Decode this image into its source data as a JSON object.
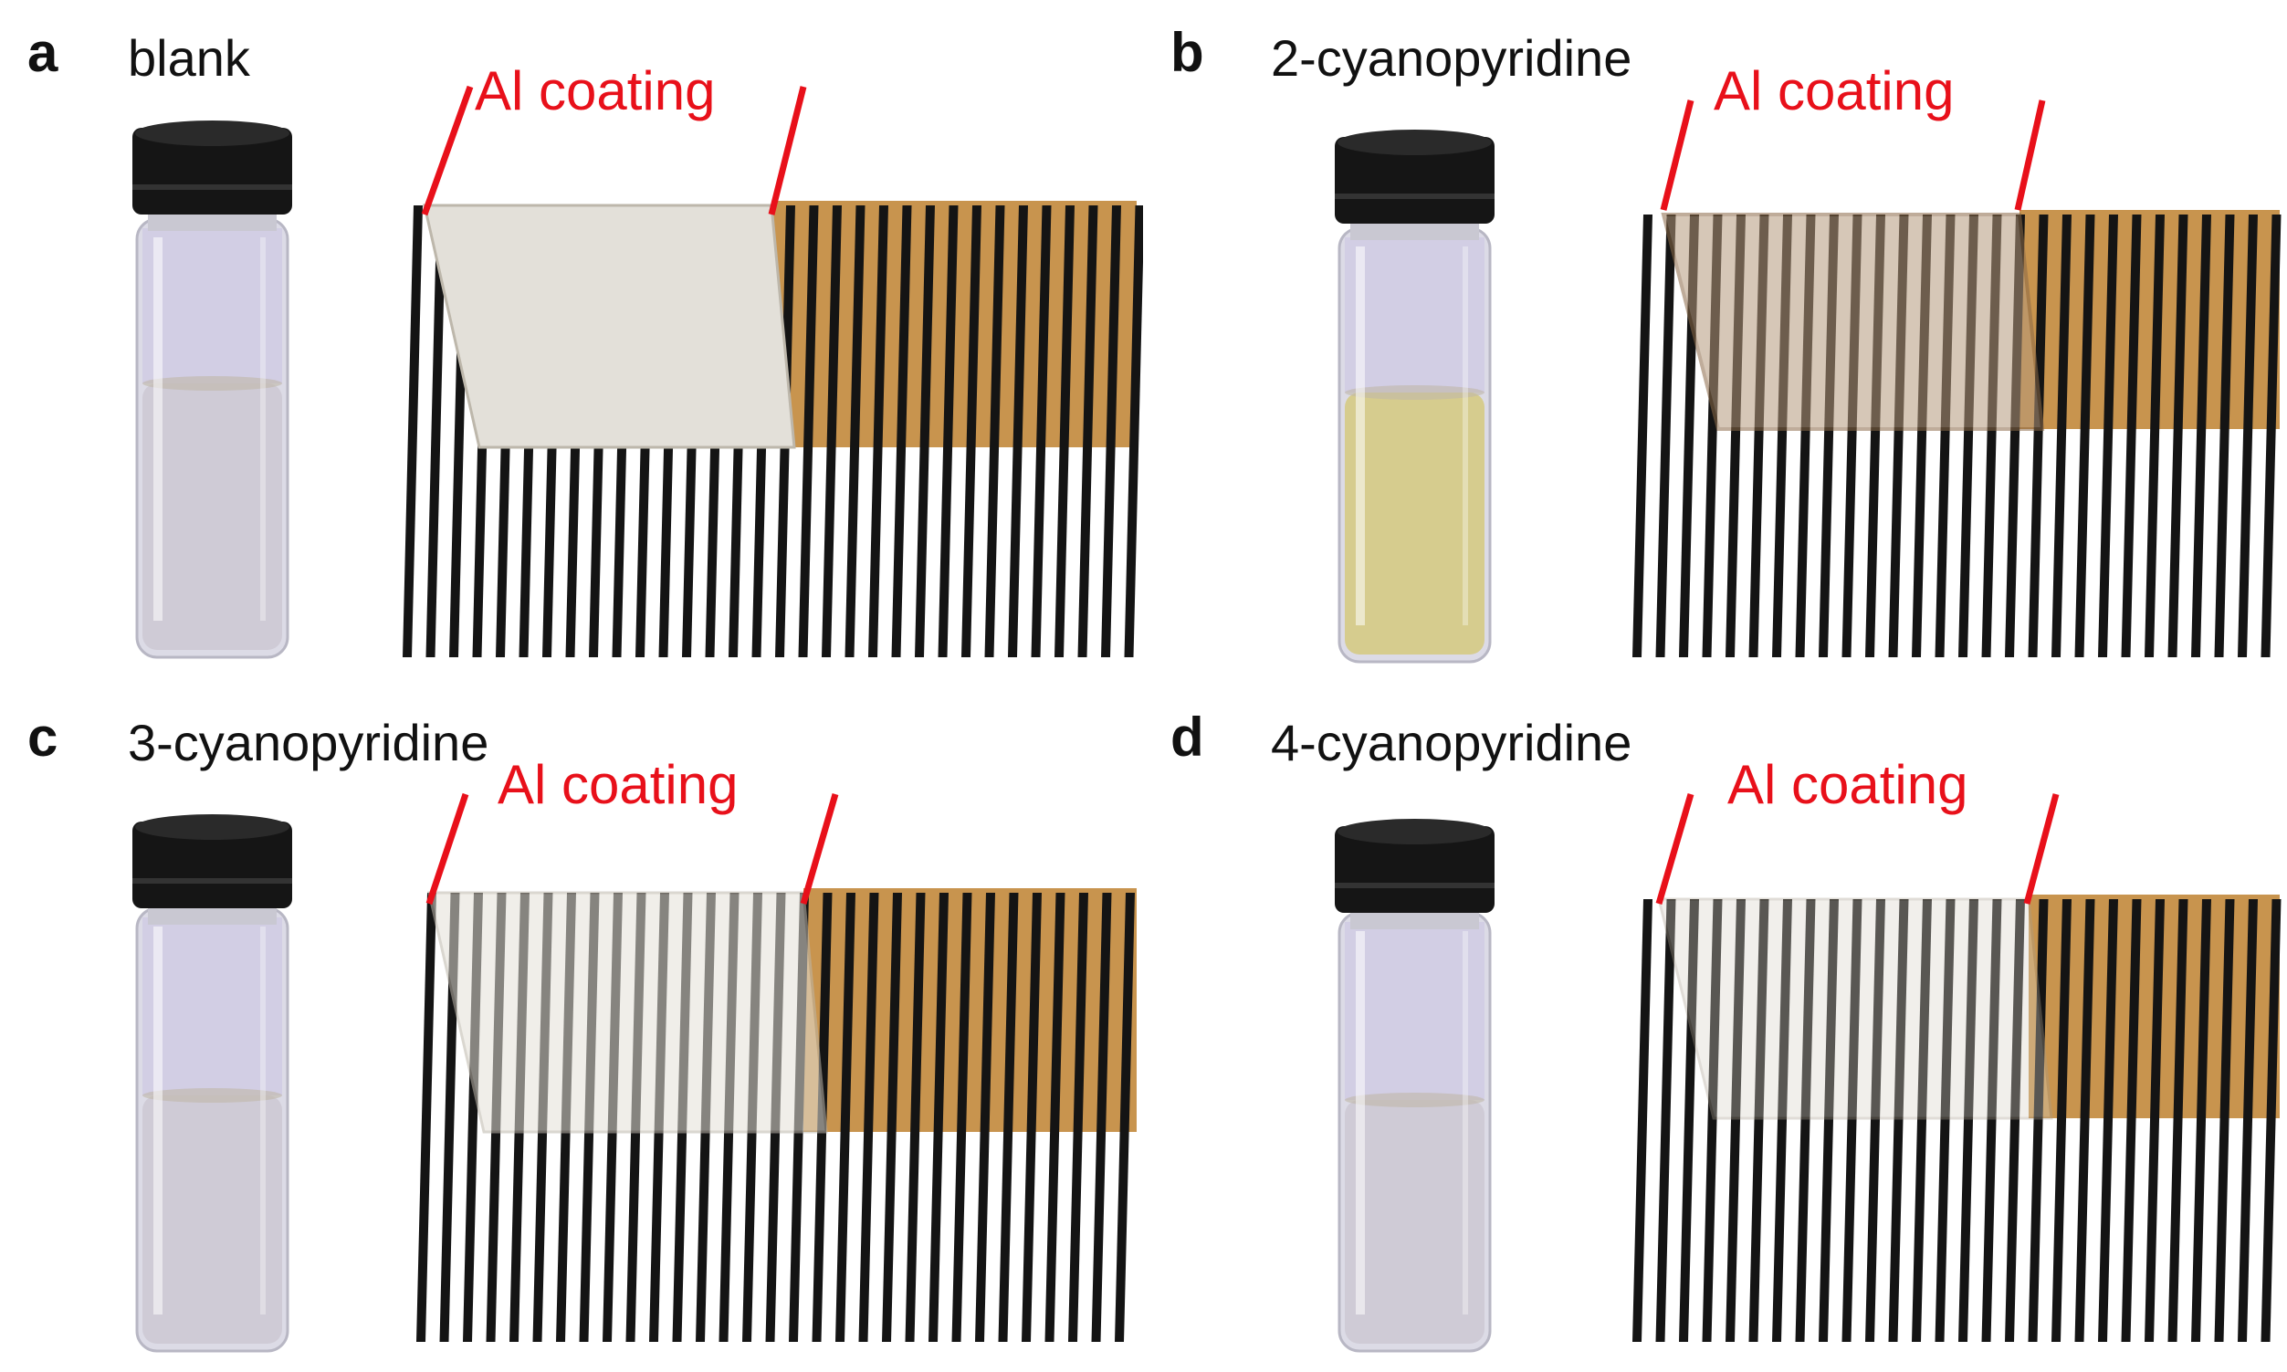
{
  "colors": {
    "annotation_red": "#e8101a",
    "text": "#111111",
    "copper": "#c8944e",
    "clear_liquid": "#cfcbd6",
    "yellow_liquid": "#d6cc8e",
    "cap": "#151515"
  },
  "panels": [
    {
      "letter": "a",
      "name": "blank",
      "al_label": "Al coating",
      "liquid": "clear",
      "coating": "opaque"
    },
    {
      "letter": "b",
      "name": "2-cyanopyridine",
      "al_label": "Al coating",
      "liquid": "yellow",
      "coating": "corroded"
    },
    {
      "letter": "c",
      "name": "3-cyanopyridine",
      "al_label": "Al coating",
      "liquid": "clear",
      "coating": "translucent"
    },
    {
      "letter": "d",
      "name": "4-cyanopyridine",
      "al_label": "Al coating",
      "liquid": "clear",
      "coating": "transparent"
    }
  ]
}
